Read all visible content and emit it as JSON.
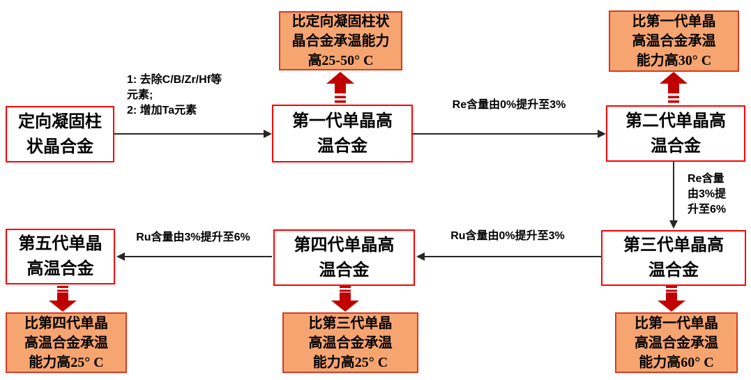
{
  "title": "单晶高温合金代际发展流程图",
  "colors": {
    "background": "#FFFFFF",
    "box_fill": "#FFFFFF",
    "box_border": "#FF0000",
    "callout_fill": "#F6A470",
    "callout_border": "#D63A22",
    "block_arrow": "#C00000",
    "line_arrow": "#262626",
    "text": "#000000"
  },
  "nodes": {
    "dc": "定向凝固柱\n状晶合金",
    "gen1": "第一代单晶高\n温合金",
    "gen2": "第二代单晶高\n温合金",
    "gen3": "第三代单晶高\n温合金",
    "gen4": "第四代单晶高\n温合金",
    "gen5": "第五代单晶\n高温合金"
  },
  "callouts": {
    "top_mid": "比定向凝固柱状\n晶合金承温能力\n高25-50° C",
    "top_right": "比第一代单晶\n高温合金承温\n能力高30° C",
    "bottom_left": "比第四代单晶\n高温合金承温\n能力高25° C",
    "bottom_mid": "比第三代单晶\n高温合金承温\n能力高25° C",
    "bottom_right": "比第一代单晶\n高温合金承温\n能力高60° C"
  },
  "edge_labels": {
    "dc_gen1": "1: 去除C/B/Zr/Hf等\n元素;\n2: 增加Ta元素",
    "gen1_gen2": "Re含量由0%提升至3%",
    "gen2_gen3": "Re含量\n由3%提\n升至6%",
    "gen3_gen4": "Ru含量由0%提升至3%",
    "gen4_gen5": "Ru含量由3%提升至6%"
  }
}
